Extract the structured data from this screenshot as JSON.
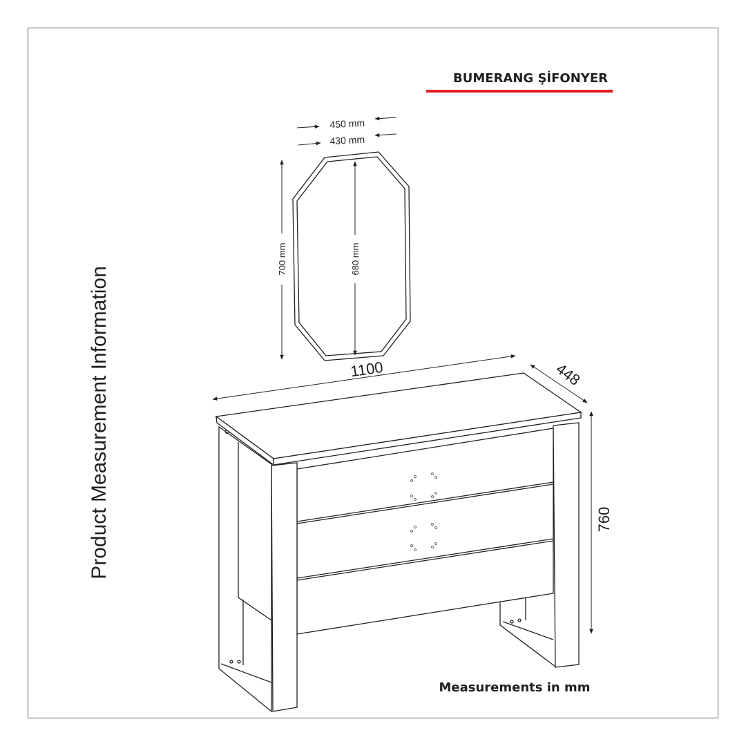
{
  "title": "BUMERANG ŞİFONYER",
  "side_label": "Product Measurement Information",
  "footer": "Measurements in mm",
  "mirror": {
    "outer_width": "450 mm",
    "inner_width": "430 mm",
    "outer_height": "700 mm",
    "inner_height": "680 mm"
  },
  "dresser": {
    "width": "1100",
    "depth": "448",
    "height": "760"
  },
  "colors": {
    "accent": "#e31e24",
    "line": "#231f20"
  }
}
